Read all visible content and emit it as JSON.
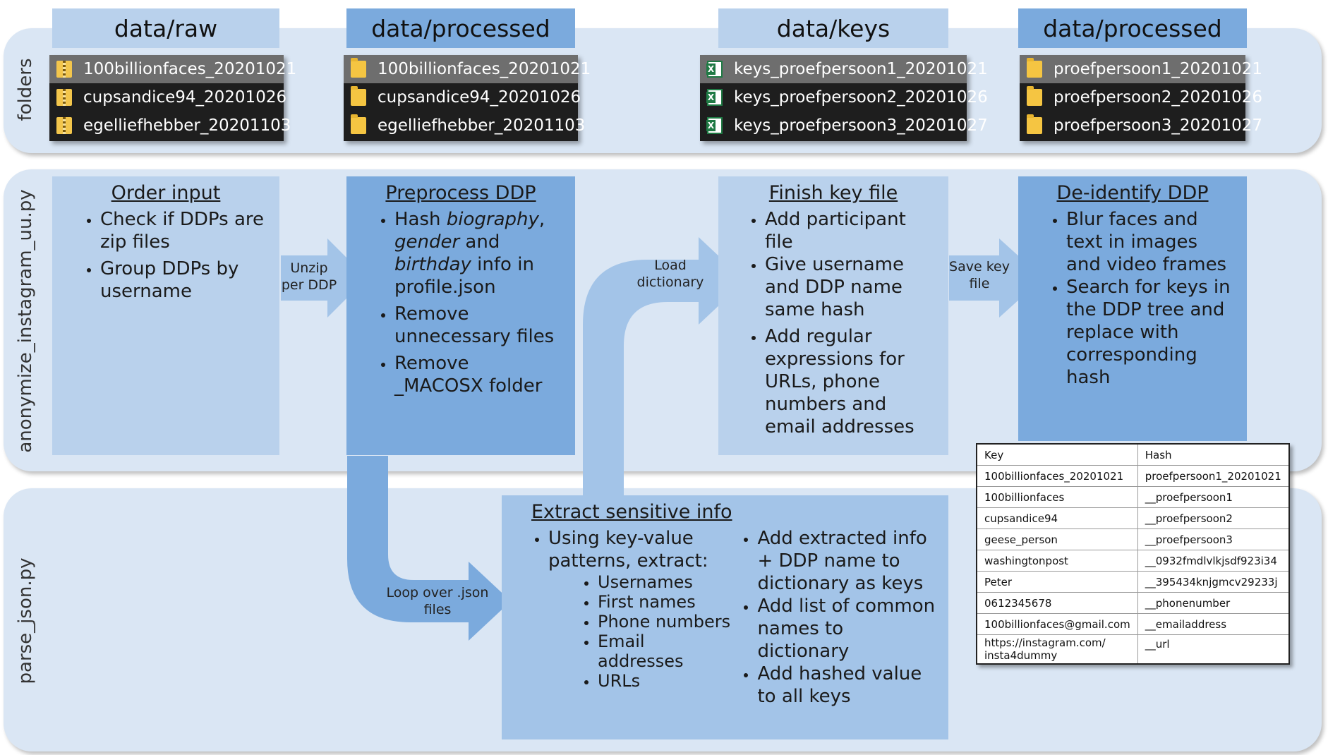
{
  "lanes": {
    "folders": "folders",
    "anonymize": "anonymize_instagram_uu.py",
    "parse": "parse_json.py"
  },
  "folders": [
    {
      "title": "data/raw",
      "icon": "zip-folder-icon",
      "items": [
        "100billionfaces_20201021",
        "cupsandice94_20201026",
        "egelliefhebber_20201103"
      ]
    },
    {
      "title": "data/processed",
      "icon": "folder-icon",
      "items": [
        "100billionfaces_20201021",
        "cupsandice94_20201026",
        "egelliefhebber_20201103"
      ]
    },
    {
      "title": "data/keys",
      "icon": "excel-file-icon",
      "items": [
        "keys_proefpersoon1_20201021",
        "keys_proefpersoon2_20201026",
        "keys_proefpersoon3_20201027"
      ]
    },
    {
      "title": "data/processed",
      "icon": "folder-icon",
      "items": [
        "proefpersoon1_20201021",
        "proefpersoon2_20201026",
        "proefpersoon3_20201027"
      ]
    }
  ],
  "steps": {
    "order": {
      "title": "Order input",
      "items": [
        "Check if DDPs are zip files",
        "Group DDPs by username"
      ]
    },
    "preprocess": {
      "title": "Preprocess DDP",
      "item1": {
        "a": "Hash ",
        "b": "biography",
        "c": ", ",
        "d": "gender",
        "e": " and ",
        "f": "birthday",
        "g": " info in profile.json"
      },
      "items": [
        "Remove unnecessary files",
        "Remove _MACOSX folder"
      ]
    },
    "finish": {
      "title": "Finish key file",
      "items": [
        "Add participant file",
        "Give username and DDP name same hash",
        "Add regular expressions for URLs, phone numbers and email addresses"
      ]
    },
    "deidentify": {
      "title": "De-identify DDP",
      "items": [
        "Blur faces and text in images and video frames",
        "Search for keys in the DDP tree and replace with corresponding hash"
      ]
    },
    "extract": {
      "title": "Extract sensitive info",
      "left_item": "Using key-value patterns, extract:",
      "sub": [
        "Usernames",
        "First names",
        "Phone numbers",
        "Email addresses",
        "URLs"
      ],
      "right_items": [
        "Add extracted info + DDP name to dictionary as keys",
        "Add list of common names to dictionary",
        "Add hashed value to all keys"
      ]
    }
  },
  "arrows": {
    "unzip": "Unzip\nper DDP",
    "load": "Load\ndictionary",
    "save": "Save key\nfile",
    "loop": "Loop over .json\nfiles"
  },
  "key_table": {
    "header": [
      "Key",
      "Hash"
    ],
    "rows": [
      [
        "100billionfaces_20201021",
        "proefpersoon1_20201021"
      ],
      [
        "100billionfaces",
        "__proefpersoon1"
      ],
      [
        "cupsandice94",
        "__proefpersoon2"
      ],
      [
        "geese_person",
        "__proefpersoon3"
      ],
      [
        "washingtonpost",
        "__0932fmdlvlkjsdf923i34"
      ],
      [
        "Peter",
        "__395434knjgmcv29233j"
      ],
      [
        "0612345678",
        "__phonenumber"
      ],
      [
        "100billionfaces@gmail.com",
        "__emailaddress"
      ],
      [
        "https://instagram.com/\ninsta4dummy",
        "__url"
      ]
    ]
  },
  "colors": {
    "lane": "#dae6f4",
    "light": "#b9d1ec",
    "mid": "#7baadd",
    "arrow": "#a3c4e8",
    "arrow_dark": "#7baadd"
  }
}
